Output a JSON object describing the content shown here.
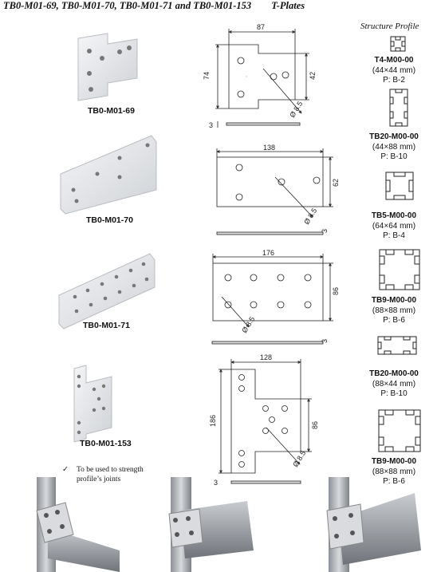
{
  "header": {
    "title": "TB0-M01-69, TB0-M01-70, TB0-M01-71 and TB0-M01-153",
    "category": "T-Plates"
  },
  "structure_profile_title": "Structure Profile",
  "plates": [
    {
      "caption": "TB0-M01-69",
      "dims": {
        "width": "87",
        "height": "74",
        "notch": "42",
        "hole": "Ø 8.5",
        "thickness": "3"
      }
    },
    {
      "caption": "TB0-M01-70",
      "dims": {
        "width": "138",
        "height": "62",
        "hole": "Ø 8.5",
        "thickness": "3"
      }
    },
    {
      "caption": "TB0-M01-71",
      "dims": {
        "width": "176",
        "height": "86",
        "hole": "Ø 8.5",
        "thickness": "3"
      }
    },
    {
      "caption": "TB0-M01-153",
      "dims": {
        "width": "128",
        "height": "186",
        "notch": "86",
        "hole": "Ø 8.5",
        "thickness": "3"
      }
    }
  ],
  "profiles": [
    {
      "code": "T4-M00-00",
      "size": "(44×44 mm)",
      "page": "P: B-2"
    },
    {
      "code": "TB20-M00-00",
      "size": "(44×88 mm)",
      "page": "P: B-10"
    },
    {
      "code": "TB5-M00-00",
      "size": "(64×64 mm)",
      "page": "P: B-4"
    },
    {
      "code": "TB9-M00-00",
      "size": "(88×88 mm)",
      "page": "P: B-6"
    },
    {
      "code": "TB20-M00-00",
      "size": "(88×44 mm)",
      "page": "P: B-10"
    },
    {
      "code": "TB9-M00-00",
      "size": "(88×88 mm)",
      "page": "P: B-6"
    }
  ],
  "note": {
    "checkmark": "✓",
    "line1": "To be used to strength",
    "line2": "profile’s joints"
  }
}
